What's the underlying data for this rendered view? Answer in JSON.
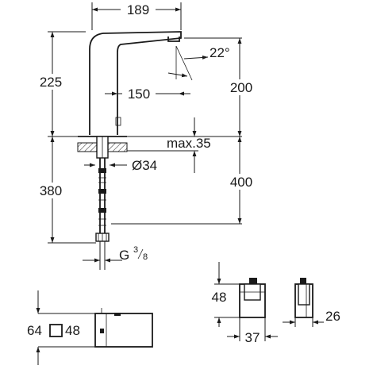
{
  "dimensions": {
    "spout_width": "189",
    "spout_angle": "22°",
    "height_total": "225",
    "sensor_reach": "150",
    "spout_height": "200",
    "max_thickness": "max.35",
    "hole_diameter": "Ø34",
    "hose_length": "400",
    "body_to_connection": "380",
    "connection_prefix": "G",
    "connection_num": "3",
    "connection_den": "8",
    "box_height": "64",
    "box_icon_size": "48",
    "module_height": "48",
    "module_width": "37",
    "module_depth": "26"
  }
}
